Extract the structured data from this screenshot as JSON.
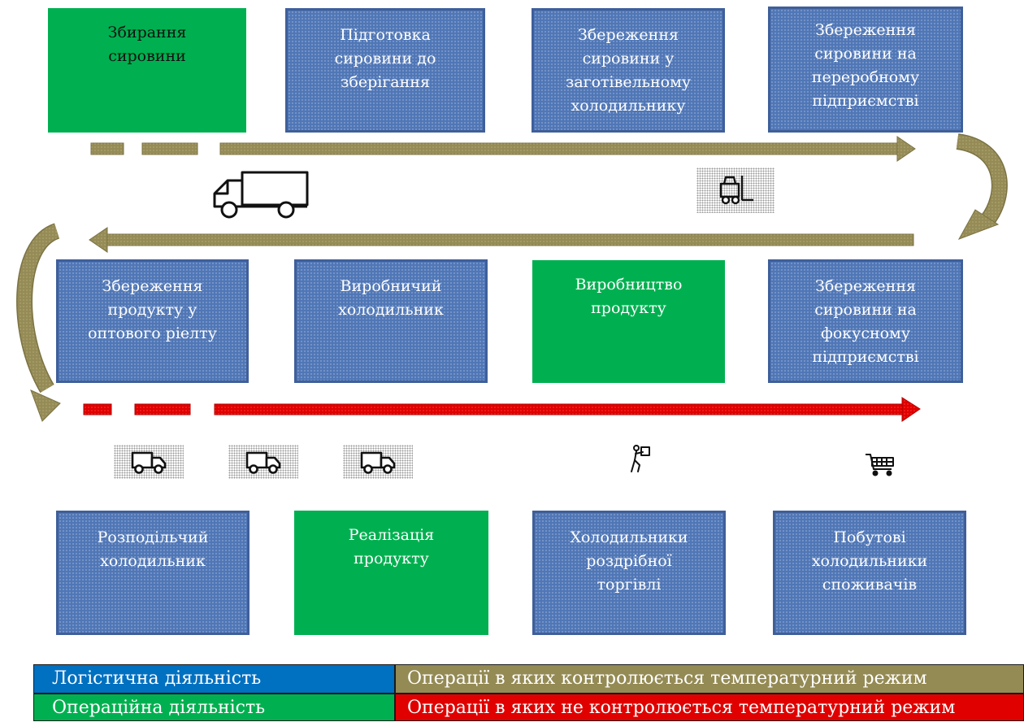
{
  "boxes": {
    "b1": "Збирання\nсировини",
    "b2": "Підготовка\nсировини до\nзберігання",
    "b3": "Збереження\nсировини у\nзаготівельному\nхолодильнику",
    "b4": "Збереження\nсировини на\nпереробному\nпідприємстві",
    "b5": "Збереження\nпродукту у\nоптового ріелту",
    "b6": "Виробничий\nхолодильник",
    "b7": "Виробництво\nпродукту",
    "b8": "Збереження\nсировини на\nфокусному\nпідприємстві",
    "b9": "Розподільчий\nхолодильник",
    "b10": "Реалізація\nпродукту",
    "b11": "Холодильники\nроздрібної\nторгівлі",
    "b12": "Побутові\nхолодильники\nспоживачів"
  },
  "legend": {
    "logistics": "Логістична діяльність",
    "operations": "Операційна діяльність",
    "controlled": "Операції в яких контролюється температурний режим",
    "uncontrolled": "Операції в яких не контролюється температурний режим"
  },
  "icons": {
    "truck_large": "truck-icon",
    "forklift": "forklift-icon",
    "delivery_truck": "delivery-truck-icon",
    "porter": "porter-icon",
    "cart": "shopping-cart-icon"
  },
  "colors": {
    "logistics_blue": "#0070c0",
    "operations_green": "#00b050",
    "controlled_olive": "#948a54",
    "uncontrolled_red": "#e00000",
    "box_blue": "#4f76b6"
  }
}
